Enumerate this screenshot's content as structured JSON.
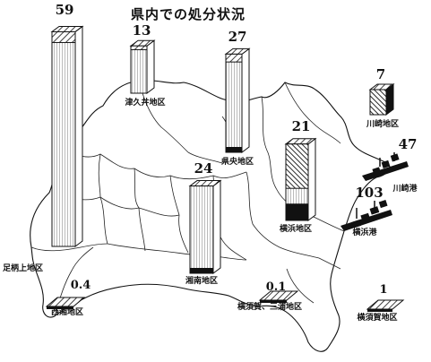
{
  "title": "県内での処分状況",
  "chart_data": {
    "type": "bar",
    "categories": [
      "足柄上地区",
      "津久井地区",
      "県央地区",
      "湘南地区",
      "横浜地区",
      "川崎地区",
      "川崎港",
      "横浜港",
      "西湘地区",
      "横須賀、三浦地区",
      "横須賀地区"
    ],
    "values": [
      59,
      13,
      27,
      24,
      21,
      7,
      47,
      103,
      0.4,
      0.1,
      1
    ],
    "value_labels": [
      "59",
      "13",
      "27",
      "24",
      "21",
      "7",
      "47",
      "103",
      "0.4",
      "0.1",
      "1"
    ]
  },
  "colors": {
    "ink": "#111111",
    "paper": "#ffffff"
  },
  "icons": {
    "bar": "3d-prism",
    "port": "ship-icon"
  }
}
